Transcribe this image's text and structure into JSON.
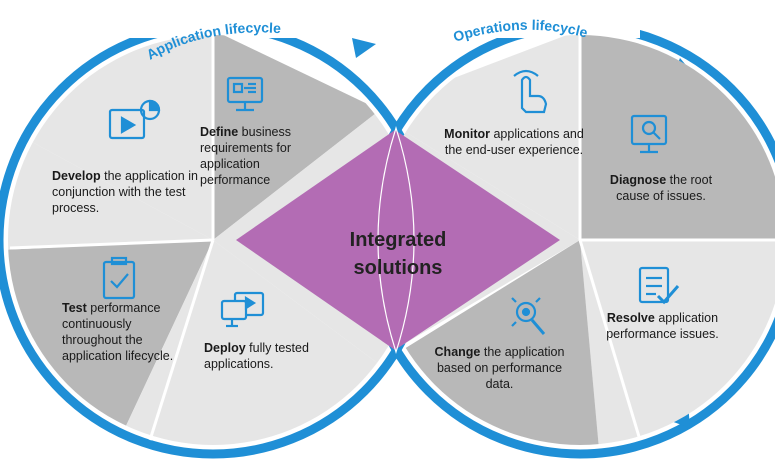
{
  "lifecycles": {
    "application": "Application lifecycle",
    "operations": "Operations lifecycle"
  },
  "center": {
    "line1": "Integrated",
    "line2": "solutions"
  },
  "segments": {
    "define": {
      "bold": "Define",
      "rest": " business requirements for application performance",
      "icon": "monitor-diagram-icon"
    },
    "develop": {
      "bold": "Develop",
      "rest": " the application in conjunction with the test process.",
      "icon": "video-pie-icon"
    },
    "test": {
      "bold": "Test",
      "rest": " performance continuously throughout the application lifecycle.",
      "icon": "clipboard-check-icon"
    },
    "deploy": {
      "bold": "Deploy",
      "rest": " fully tested applications.",
      "icon": "screens-play-icon"
    },
    "monitor": {
      "bold": "Monitor",
      "rest": " applications and the end-user experience.",
      "icon": "pointing-hand-icon"
    },
    "diagnose": {
      "bold": "Diagnose",
      "rest": " the root cause of issues.",
      "icon": "monitor-search-icon"
    },
    "resolve": {
      "bold": "Resolve",
      "rest": " application performance issues.",
      "icon": "checklist-icon"
    },
    "change": {
      "bold": "Change",
      "rest": " the application based on performance data.",
      "icon": "gear-wrench-icon"
    }
  },
  "colors": {
    "arrow": "#1f8fd6",
    "center": "#b36cb4",
    "light_gray": "#e6e6e6",
    "dark_gray": "#b8b8b8",
    "icon": "#1f8fd6"
  }
}
